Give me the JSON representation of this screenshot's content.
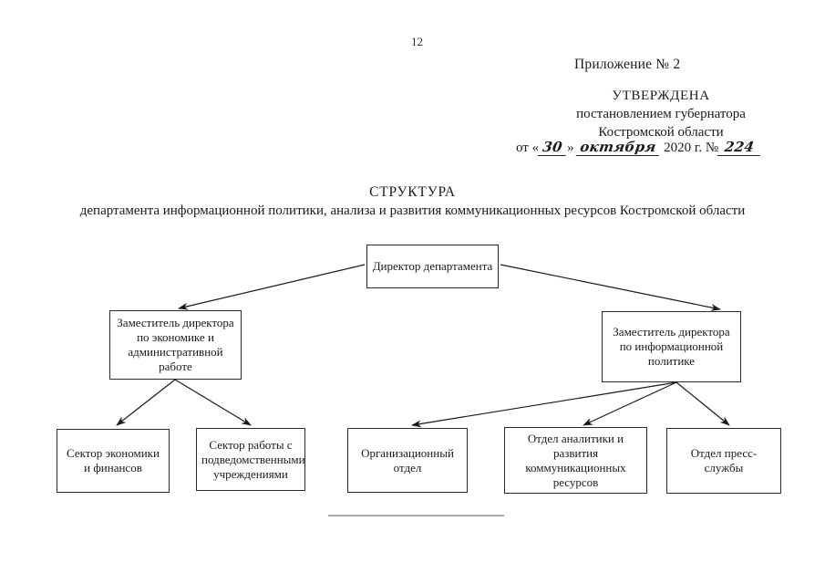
{
  "document": {
    "page_number": "12",
    "appendix": "Приложение № 2",
    "approval": {
      "title": "УТВЕРЖДЕНА",
      "line1": "постановлением губернатора",
      "line2": "Костромской области"
    },
    "date_line": {
      "prefix": "от «",
      "day": "30",
      "quote_close": "»",
      "month": "октября",
      "year": "2020 г. №",
      "doc_number": "224"
    },
    "chart_title": "СТРУКТУРА",
    "chart_subtitle": "департамента информационной политики, анализа и развития коммуникационных ресурсов  Костромской области"
  },
  "chart_data": {
    "type": "diagram",
    "title": "СТРУКТУРА департамента информационной политики, анализа и развития коммуникационных ресурсов Костромской области",
    "orientation": "top-down",
    "nodes": [
      {
        "id": "director",
        "label": "Директор департамента",
        "level": 0
      },
      {
        "id": "deputy_economics",
        "label": "Заместитель директора по экономике и административной работе",
        "level": 1
      },
      {
        "id": "deputy_information",
        "label": "Заместитель директора по  информационной политике",
        "level": 1
      },
      {
        "id": "sector_economics",
        "label": "Сектор экономики и финансов",
        "level": 2
      },
      {
        "id": "sector_institutions",
        "label": "Сектор работы с подведомственными учреждениями",
        "level": 2
      },
      {
        "id": "dept_organizational",
        "label": "Организационный отдел",
        "level": 2
      },
      {
        "id": "dept_analytics",
        "label": "Отдел аналитики и развития коммуникационных ресурсов",
        "level": 2
      },
      {
        "id": "dept_press",
        "label": "Отдел пресс-службы",
        "level": 2
      }
    ],
    "edges": [
      {
        "from": "director",
        "to": "deputy_economics"
      },
      {
        "from": "director",
        "to": "deputy_information"
      },
      {
        "from": "deputy_economics",
        "to": "sector_economics"
      },
      {
        "from": "deputy_economics",
        "to": "sector_institutions"
      },
      {
        "from": "deputy_information",
        "to": "dept_organizational"
      },
      {
        "from": "deputy_information",
        "to": "dept_analytics"
      },
      {
        "from": "deputy_information",
        "to": "dept_press"
      }
    ],
    "node_labels": {
      "director": "Директор департамента",
      "deputy_economics_l1": "Заместитель директора",
      "deputy_economics_l2": "по экономике и",
      "deputy_economics_l3": "административной",
      "deputy_economics_l4": "работе",
      "deputy_information_l1": "Заместитель директора",
      "deputy_information_l2": "по  информационной",
      "deputy_information_l3": "политике",
      "sector_economics_l1": "Сектор экономики",
      "sector_economics_l2": "и финансов",
      "sector_institutions_l1": "Сектор работы с",
      "sector_institutions_l2": "подведомственными",
      "sector_institutions_l3": "учреждениями",
      "dept_organizational_l1": "Организационный",
      "dept_organizational_l2": "отдел",
      "dept_analytics_l1": "Отдел аналитики и",
      "dept_analytics_l2": "развития",
      "dept_analytics_l3": "коммуникационных",
      "dept_analytics_l4": "ресурсов",
      "dept_press_l1": "Отдел пресс-службы"
    }
  },
  "colors": {
    "page_background": "#ffffff",
    "text": "#1a1a1a",
    "box_border": "#2b2b2b",
    "connector": "#1a1a1a",
    "footer_rule": "#a9a9a9"
  }
}
